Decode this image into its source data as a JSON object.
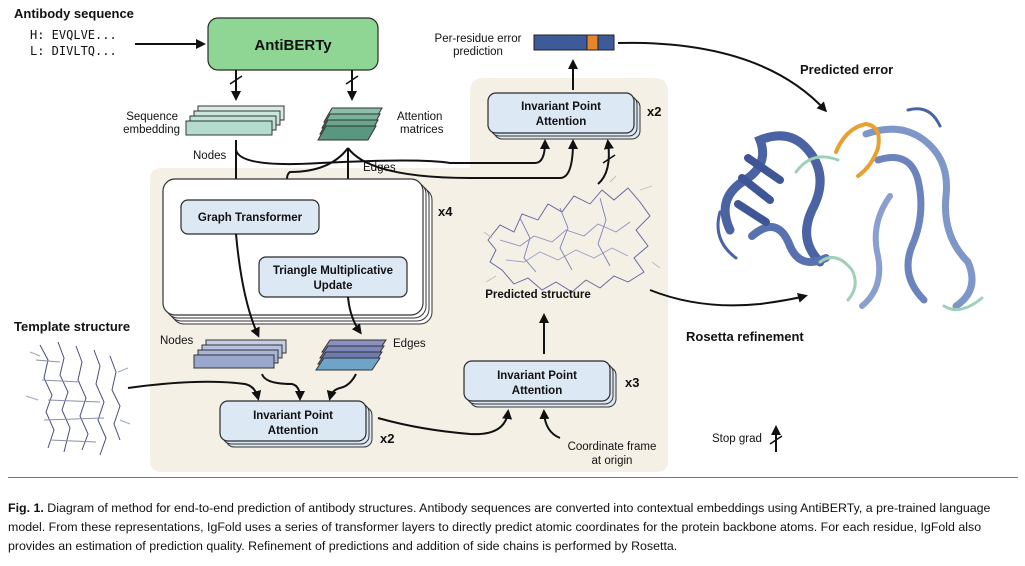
{
  "labels": {
    "antibody_sequence": "Antibody sequence",
    "heavy_chain": "H: EVQLVE...",
    "light_chain": "L: DIVLTQ...",
    "antiberty": "AntiBERTy",
    "sequence_embedding_1": "Sequence",
    "sequence_embedding_2": "embedding",
    "attention_matrices_1": "Attention",
    "attention_matrices_2": "matrices",
    "nodes_top": "Nodes",
    "edges_top": "Edges",
    "graph_transformer": "Graph Transformer",
    "triangle_1": "Triangle Multiplicative",
    "triangle_2": "Update",
    "x4": "x4",
    "template_structure": "Template structure",
    "nodes_bottom": "Nodes",
    "edges_bottom": "Edges",
    "ipa_1": "Invariant Point",
    "ipa_2": "Attention",
    "x2_left": "x2",
    "x3": "x3",
    "x2_top": "x2",
    "coordinate_frame_1": "Coordinate frame",
    "coordinate_frame_2": "at origin",
    "predicted_structure": "Predicted structure",
    "per_residue_1": "Per-residue error",
    "per_residue_2": "prediction",
    "predicted_error": "Predicted error",
    "rosetta_refinement": "Rosetta refinement",
    "stop_grad": "Stop grad"
  },
  "caption": {
    "label": "Fig. 1.",
    "text": "Diagram of method for end-to-end prediction of antibody structures. Antibody sequences are converted into contextual embeddings using AntiBERTy, a pre-trained language model. From these representations, IgFold uses a series of transformer layers to directly predict atomic coordinates for the protein backbone atoms. For each residue, IgFold also provides an estimation of prediction quality. Refinement of predictions and addition of side chains is performed by Rosetta."
  },
  "colors": {
    "antiberty_fill": "#8fd694",
    "module_fill": "#dde8f5",
    "panel_fill": "#f5f0e6",
    "embedding_fill": "#bfe3d9",
    "edge_fill_top": "#6aa58e",
    "edge_fill_bottom": "#7c86b8",
    "error_bar": "#3d5a99",
    "error_highlight": "#e8842a",
    "protein": "#4b62a3",
    "protein_light": "#9fd0b8"
  }
}
